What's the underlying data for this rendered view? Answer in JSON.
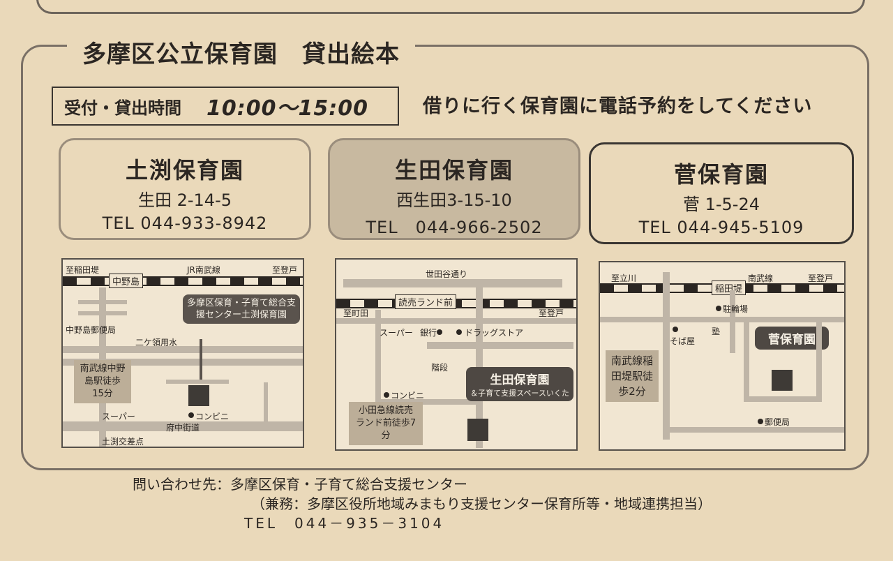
{
  "title": "多摩区公立保育園　貸出絵本",
  "hours": {
    "label": "受付・貸出時間",
    "time": "10:00〜15:00"
  },
  "notice": "借りに行く保育園に電話予約をしてください",
  "nurseries": [
    {
      "name": "土渕保育園",
      "address": "生田 2-14-5",
      "tel": "TEL 044-933-8942"
    },
    {
      "name": "生田保育園",
      "address": "西生田3-15-10",
      "tel": "TEL　044-966-2502"
    },
    {
      "name": "菅保育園",
      "address": "菅 1-5-24",
      "tel": "TEL 044-945-5109"
    }
  ],
  "map1": {
    "to_inadazutsumi": "至稲田堤",
    "jr_line": "JR南武線",
    "to_noborito": "至登戸",
    "station": "中野島",
    "canal": "二ケ領用水",
    "post_office": "中野島郵便局",
    "callout": "多摩区保育・子育て総合支援センター土渕保育園",
    "walk": "南武線中野島駅徒歩15分",
    "super": "スーパー",
    "konbini": "コンビニ",
    "road": "府中街道",
    "intersection": "土渕交差点"
  },
  "map2": {
    "street": "世田谷通り",
    "line": "読売ランド前",
    "to_machida": "至町田",
    "to_noborito": "至登戸",
    "super": "スーパー",
    "bank": "銀行",
    "drugstore": "ドラッグストア",
    "stairs": "階段",
    "konbini": "コンビニ",
    "callout_name": "生田保育園",
    "callout_sub": "＆子育て支援スペースいくた",
    "walk": "小田急線読売ランド前徒歩7分"
  },
  "map3": {
    "to_tachikawa": "至立川",
    "station": "稲田堤",
    "line": "南武線",
    "to_noborito": "至登戸",
    "parking": "駐輪場",
    "soba": "そば屋",
    "school": "塾",
    "callout": "菅保育園",
    "walk": "南武線稲田堤駅徒歩2分",
    "post_office": "郵便局"
  },
  "contact": {
    "line1": "問い合わせ先：多摩区保育・子育て総合支援センター",
    "line2": "（兼務：多摩区役所地域みまもり支援センター保育所等・地域連携担当）",
    "line3": "TEL　044－935－3104"
  }
}
